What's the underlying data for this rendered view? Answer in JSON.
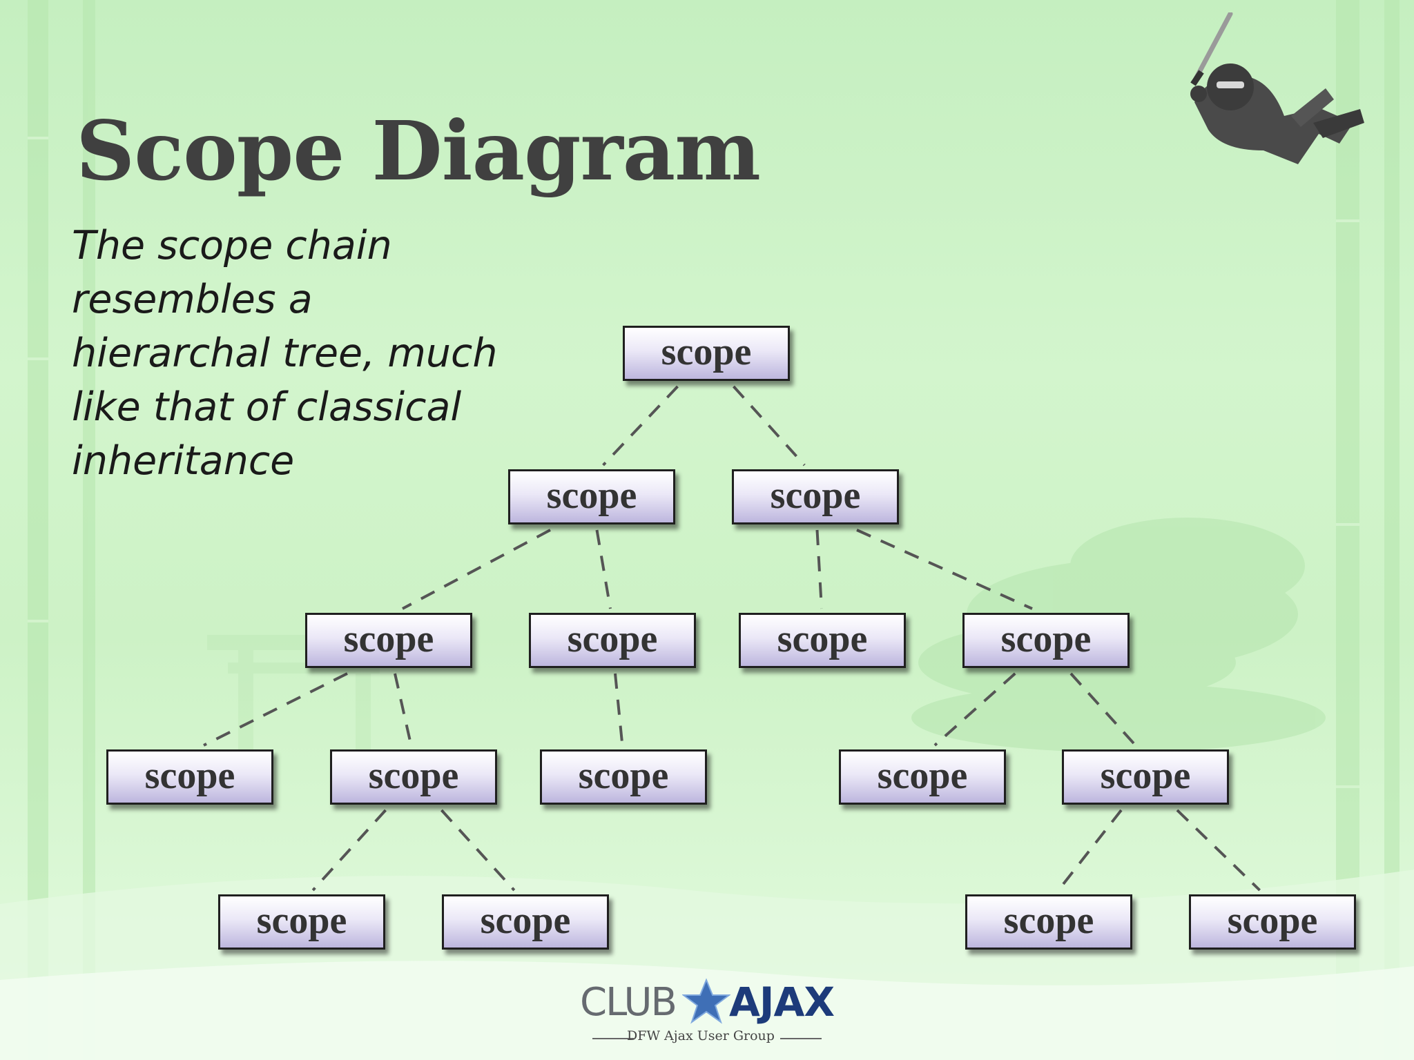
{
  "slide": {
    "title": "Scope Diagram",
    "description": "The scope chain resembles a hierarchal tree, much like that of classical inheritance"
  },
  "diagram": {
    "node_label": "scope",
    "nodes": [
      {
        "id": "root",
        "label": "scope"
      },
      {
        "id": "l1-a",
        "label": "scope"
      },
      {
        "id": "l1-b",
        "label": "scope"
      },
      {
        "id": "l2-a",
        "label": "scope"
      },
      {
        "id": "l2-b",
        "label": "scope"
      },
      {
        "id": "l2-c",
        "label": "scope"
      },
      {
        "id": "l2-d",
        "label": "scope"
      },
      {
        "id": "l3-a",
        "label": "scope"
      },
      {
        "id": "l3-b",
        "label": "scope"
      },
      {
        "id": "l3-c",
        "label": "scope"
      },
      {
        "id": "l3-d",
        "label": "scope"
      },
      {
        "id": "l3-e",
        "label": "scope"
      },
      {
        "id": "l4-a",
        "label": "scope"
      },
      {
        "id": "l4-b",
        "label": "scope"
      },
      {
        "id": "l4-c",
        "label": "scope"
      },
      {
        "id": "l4-d",
        "label": "scope"
      }
    ],
    "edges": [
      [
        "root",
        "l1-a"
      ],
      [
        "root",
        "l1-b"
      ],
      [
        "l1-a",
        "l2-a"
      ],
      [
        "l1-a",
        "l2-b"
      ],
      [
        "l1-b",
        "l2-c"
      ],
      [
        "l1-b",
        "l2-d"
      ],
      [
        "l2-a",
        "l3-a"
      ],
      [
        "l2-a",
        "l3-b"
      ],
      [
        "l2-b",
        "l3-c"
      ],
      [
        "l2-d",
        "l3-d"
      ],
      [
        "l2-d",
        "l3-e"
      ],
      [
        "l3-b",
        "l4-a"
      ],
      [
        "l3-b",
        "l4-b"
      ],
      [
        "l3-e",
        "l4-c"
      ],
      [
        "l3-e",
        "l4-d"
      ]
    ]
  },
  "logo": {
    "club": "CLUB",
    "ajax": "AJAX",
    "tagline": "DFW Ajax User Group"
  },
  "colors": {
    "title": "#404040",
    "node_border": "#1f1f1f",
    "edge": "#555555",
    "background": "#cdf2c6"
  },
  "icons": {
    "mascot": "ninja-icon",
    "logo_star": "star-icon"
  }
}
